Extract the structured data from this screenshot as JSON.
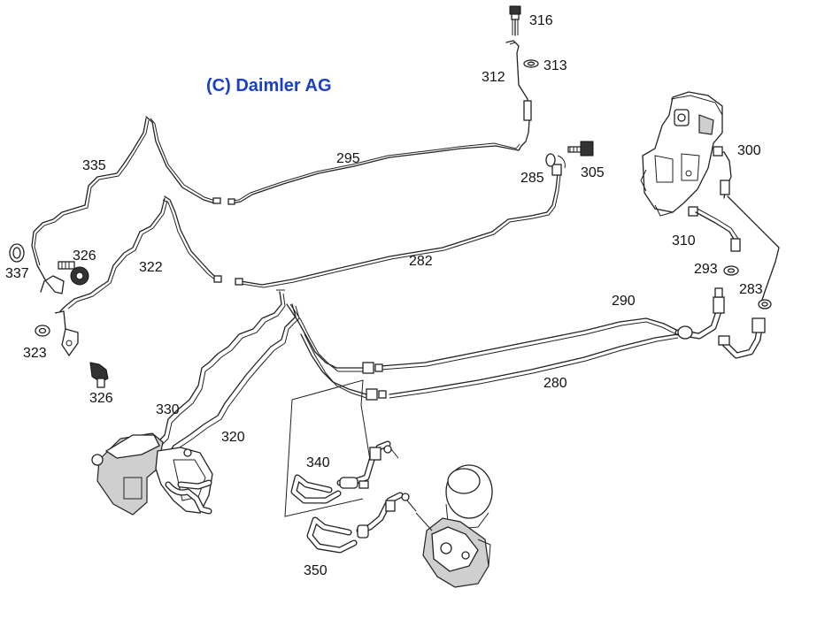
{
  "copyright": "(C) Daimler AG",
  "callouts": {
    "c316": "316",
    "c313": "313",
    "c312": "312",
    "c300": "300",
    "c295": "295",
    "c335": "335",
    "c285": "285",
    "c305": "305",
    "c310": "310",
    "c326a": "326",
    "c322": "322",
    "c282": "282",
    "c293": "293",
    "c337": "337",
    "c283": "283",
    "c290": "290",
    "c323": "323",
    "c326b": "326",
    "c280": "280",
    "c330": "330",
    "c320": "320",
    "c340": "340",
    "c350": "350"
  }
}
